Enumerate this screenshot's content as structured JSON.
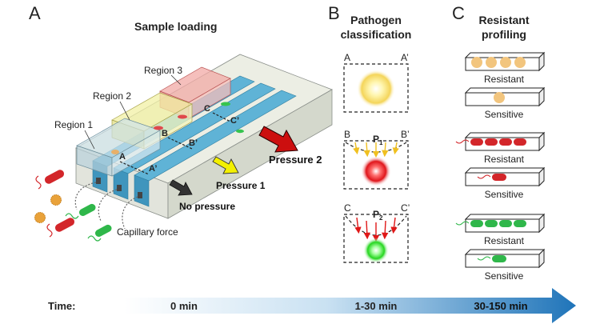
{
  "panels": {
    "a": {
      "letter": "A",
      "title": "Sample loading"
    },
    "b": {
      "letter": "B",
      "title_line1": "Pathogen",
      "title_line2": "classification"
    },
    "c": {
      "letter": "C",
      "title_line1": "Resistant",
      "title_line2": "profiling"
    }
  },
  "device": {
    "region1": "Region 1",
    "region2": "Region 2",
    "region3": "Region 3",
    "pts": {
      "a": "A",
      "a_prime": "A’",
      "b": "B",
      "b_prime": "B’",
      "c": "C",
      "c_prime": "C’"
    },
    "pressure1": "Pressure 1",
    "pressure2": "Pressure 2",
    "no_pressure": "No pressure",
    "capillary_force": "Capillary force"
  },
  "classification": {
    "box1": {
      "left": "A",
      "right": "A’"
    },
    "box2": {
      "left": "B",
      "right": "B’",
      "pressure_label": "P",
      "pressure_sub": "1"
    },
    "box3": {
      "left": "C",
      "right": "C’",
      "pressure_label": "P",
      "pressure_sub": "2"
    }
  },
  "profiling": [
    {
      "label": "Resistant"
    },
    {
      "label": "Sensitive"
    },
    {
      "label": "Resistant"
    },
    {
      "label": "Sensitive"
    },
    {
      "label": "Resistant"
    },
    {
      "label": "Sensitive"
    }
  ],
  "timeline": {
    "label": "Time:",
    "t0": "0 min",
    "t1": "1-30 min",
    "t2": "30-150 min"
  },
  "colors": {
    "channel_blue": "#5fb3d6",
    "region1": "#cfe2ea",
    "region2": "#f2f0a4",
    "region3": "#f2a9a6",
    "pressure1_arrow": "#f3f000",
    "pressure2_arrow": "#cc0f0f",
    "no_pressure_arrow": "#333333",
    "fungus": "#e9a23a",
    "bacteria_red": "#d3262a",
    "bacteria_green": "#2fb74a",
    "timeline_arrow": "#1f74b9"
  }
}
